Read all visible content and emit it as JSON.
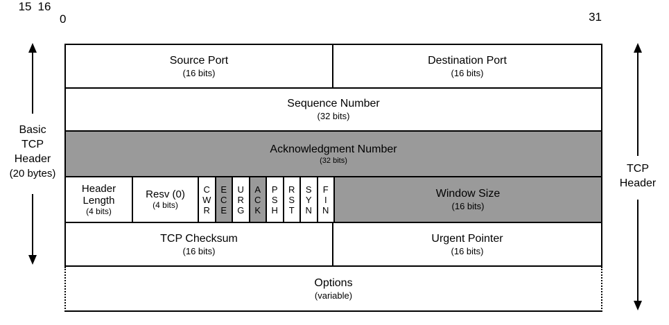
{
  "bit_scale": {
    "start": "0",
    "mid_left": "15",
    "mid_right": "16",
    "end": "31"
  },
  "side_labels": {
    "left": {
      "line1": "Basic",
      "line2": "TCP",
      "line3": "Header",
      "line4": "(20 bytes)"
    },
    "right": {
      "line1": "TCP",
      "line2": "Header"
    }
  },
  "colors": {
    "highlight": "#9a9a9a",
    "border": "#000000",
    "background": "#ffffff"
  },
  "fields": {
    "source_port": {
      "title": "Source Port",
      "sub": "(16 bits)"
    },
    "destination_port": {
      "title": "Destination Port",
      "sub": "(16 bits)"
    },
    "sequence_number": {
      "title": "Sequence Number",
      "sub": "(32 bits)"
    },
    "acknowledgment_number": {
      "title": "Acknowledgment Number",
      "sub": "(32 bits)",
      "highlighted": true
    },
    "header_length": {
      "title1": "Header",
      "title2": "Length",
      "sub": "(4 bits)"
    },
    "resv": {
      "title": "Resv (0)",
      "sub": "(4 bits)"
    },
    "flags": [
      {
        "name": "CWR",
        "l1": "C",
        "l2": "W",
        "l3": "R",
        "highlighted": false
      },
      {
        "name": "ECE",
        "l1": "E",
        "l2": "C",
        "l3": "E",
        "highlighted": true
      },
      {
        "name": "URG",
        "l1": "U",
        "l2": "R",
        "l3": "G",
        "highlighted": false
      },
      {
        "name": "ACK",
        "l1": "A",
        "l2": "C",
        "l3": "K",
        "highlighted": true
      },
      {
        "name": "PSH",
        "l1": "P",
        "l2": "S",
        "l3": "H",
        "highlighted": false
      },
      {
        "name": "RST",
        "l1": "R",
        "l2": "S",
        "l3": "T",
        "highlighted": false
      },
      {
        "name": "SYN",
        "l1": "S",
        "l2": "Y",
        "l3": "N",
        "highlighted": false
      },
      {
        "name": "FIN",
        "l1": "F",
        "l2": "I",
        "l3": "N",
        "highlighted": false
      }
    ],
    "window_size": {
      "title": "Window Size",
      "sub": "(16 bits)",
      "highlighted": true
    },
    "tcp_checksum": {
      "title": "TCP Checksum",
      "sub": "(16 bits)"
    },
    "urgent_pointer": {
      "title": "Urgent Pointer",
      "sub": "(16 bits)"
    },
    "options": {
      "title": "Options",
      "sub": "(variable)"
    }
  }
}
